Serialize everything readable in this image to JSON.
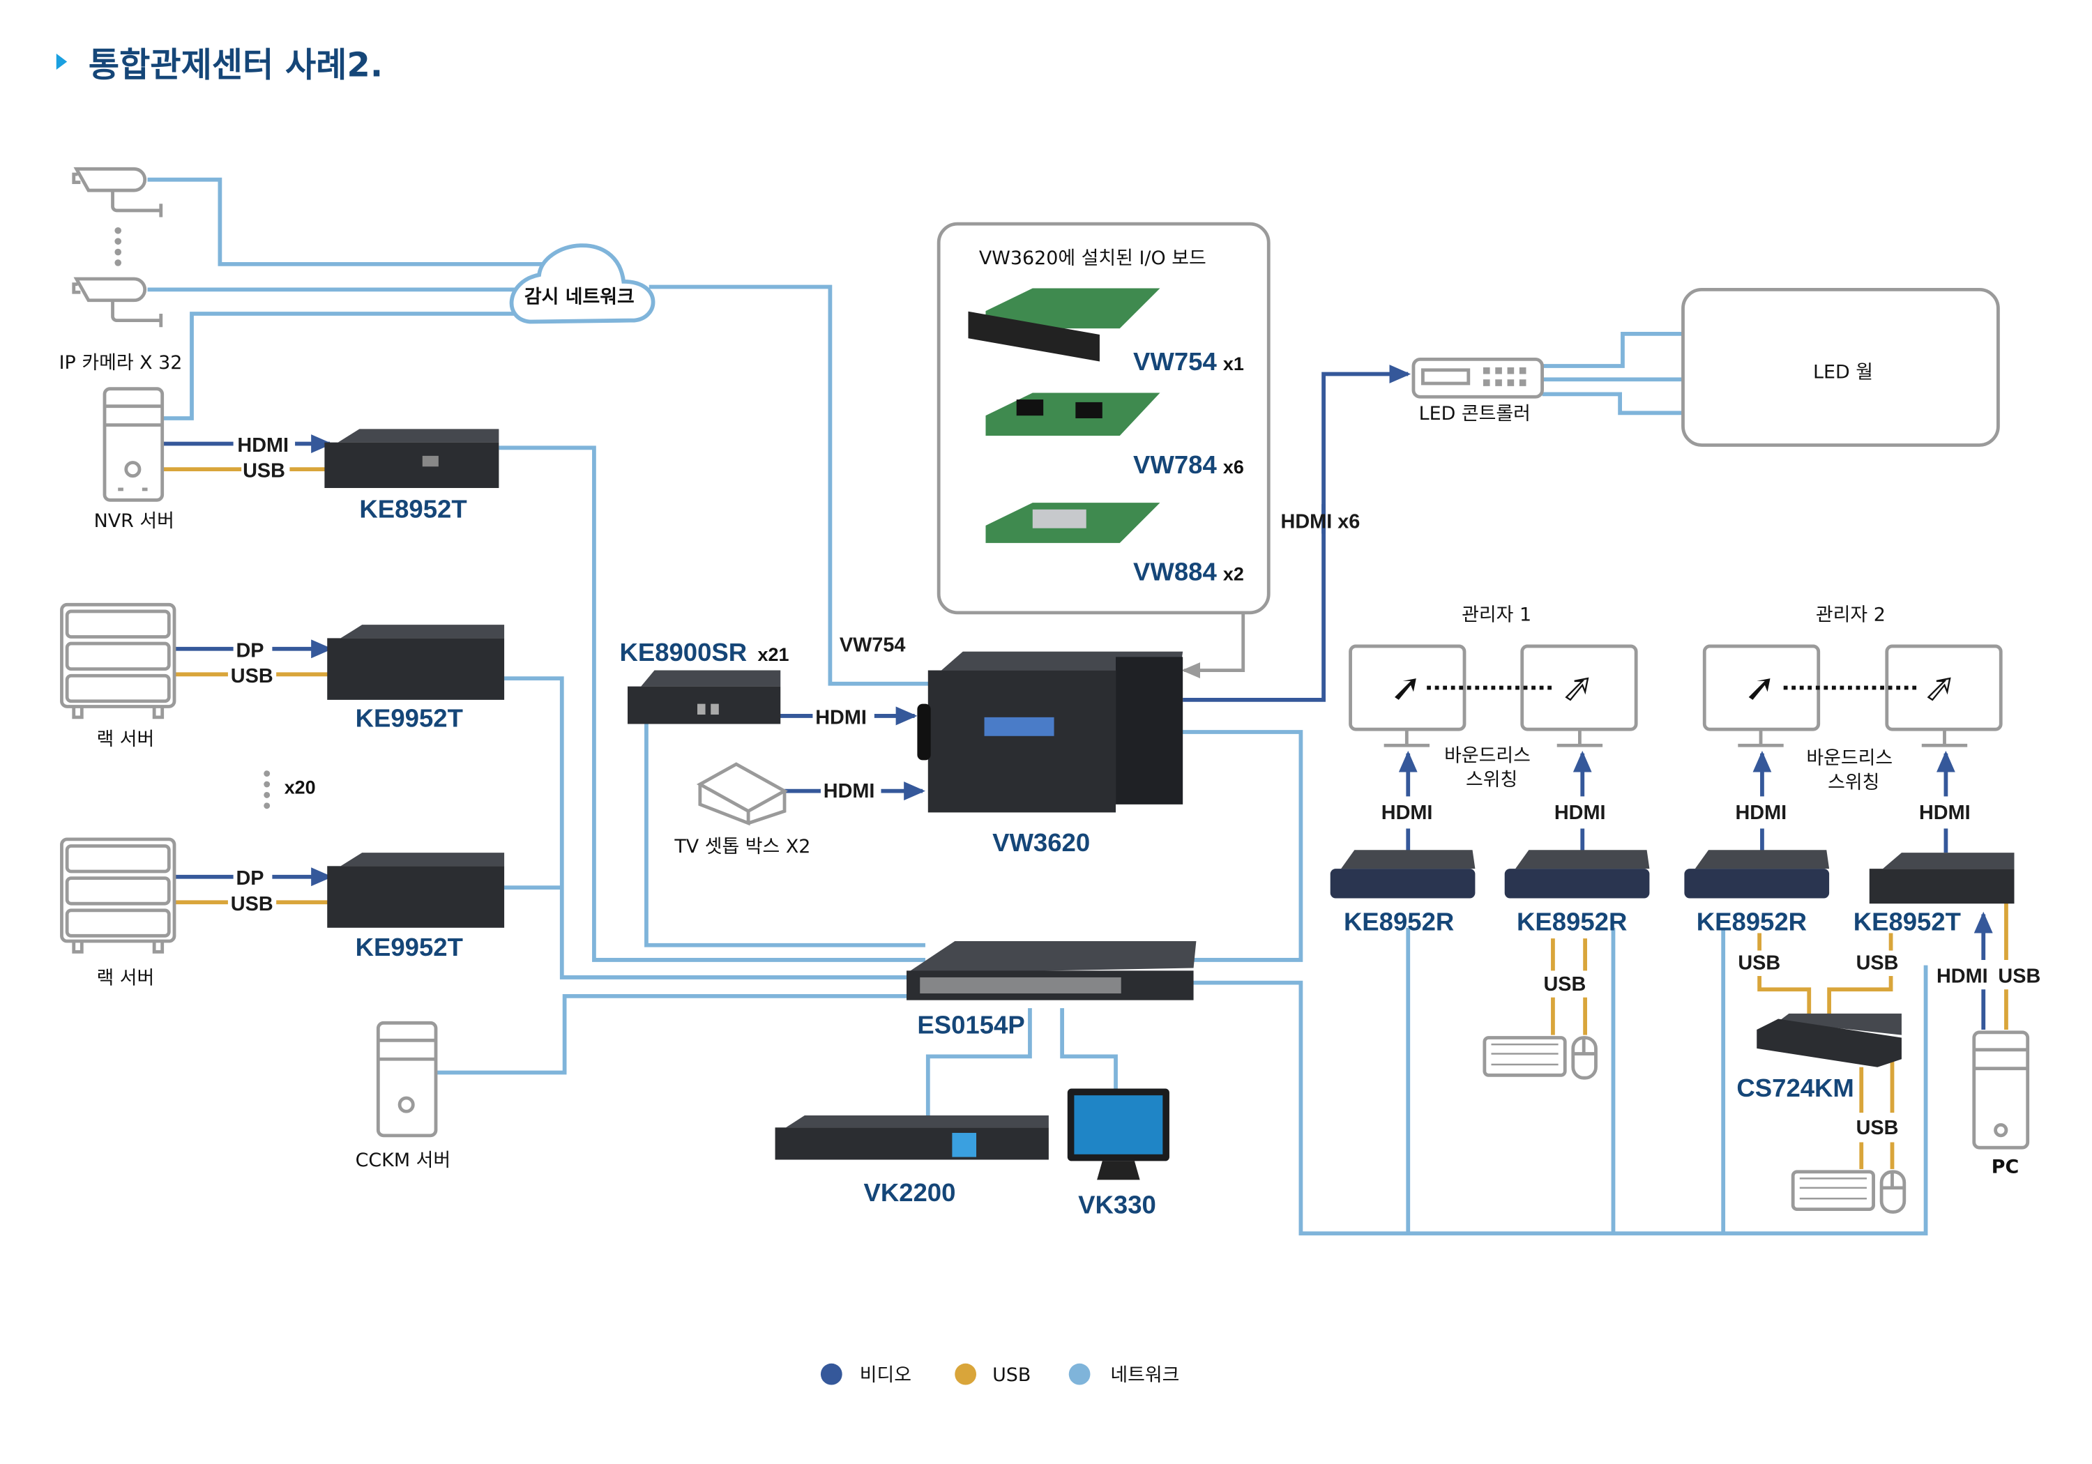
{
  "title": "통합관제센터 사례2.",
  "colors": {
    "title": "#154678",
    "title_marker": "#1aa0e0",
    "video": "#35589a",
    "usb": "#d9a53a",
    "network": "#7fb4da",
    "outline": "#9a9a9a",
    "model_text": "#154678"
  },
  "cameras": {
    "label": "IP 카메라 X 32"
  },
  "cloud": {
    "label": "감시 네트워크"
  },
  "nvr": {
    "label": "NVR 서버",
    "video_cable": "HDMI",
    "usb_cable": "USB",
    "extender": "KE8952T"
  },
  "rack1": {
    "label": "랙 서버",
    "video_cable": "DP",
    "usb_cable": "USB",
    "extender": "KE9952T"
  },
  "rack_repeat": {
    "count": "x20"
  },
  "rack2": {
    "label": "랙 서버",
    "video_cable": "DP",
    "usb_cable": "USB",
    "extender": "KE9952T"
  },
  "cckm": {
    "label": "CCKM 서버"
  },
  "io_boards": {
    "heading": "VW3620에 설치된 I/O 보드",
    "items": [
      {
        "model": "VW754",
        "qty": "x1"
      },
      {
        "model": "VW784",
        "qty": "x6"
      },
      {
        "model": "VW884",
        "qty": "x2"
      }
    ]
  },
  "ke8900sr": {
    "model": "KE8900SR",
    "qty": "x21",
    "cable": "HDMI"
  },
  "settop": {
    "label": "TV 셋톱 박스 X2",
    "cable": "HDMI"
  },
  "vw3620": {
    "model": "VW3620",
    "input_label": "VW754"
  },
  "switch": {
    "model": "ES0154P"
  },
  "vk2200": {
    "model": "VK2200"
  },
  "vk330": {
    "model": "VK330"
  },
  "led_controller": {
    "label": "LED 콘트롤러",
    "cable": "HDMI x6"
  },
  "led_wall": {
    "label": "LED 월"
  },
  "admin1": {
    "label": "관리자 1",
    "switching": [
      "바운드리스",
      "스위칭"
    ],
    "cables": [
      "HDMI",
      "HDMI"
    ],
    "receivers": [
      "KE8952R",
      "KE8952R"
    ],
    "usb_label": "USB"
  },
  "admin2": {
    "label": "관리자 2",
    "switching": [
      "바운드리스",
      "스위칭"
    ],
    "cables": [
      "HDMI",
      "HDMI"
    ],
    "receivers": [
      "KE8952R",
      "KE8952T"
    ],
    "usb_labels": [
      "USB",
      "USB"
    ],
    "kvm": "CS724KM",
    "kvm_usb": "USB",
    "pc_cables": [
      "HDMI",
      "USB"
    ],
    "pc": "PC"
  },
  "legend": [
    {
      "label": "비디오",
      "color": "#35589a"
    },
    {
      "label": "USB",
      "color": "#d9a53a"
    },
    {
      "label": "네트워크",
      "color": "#7fb4da"
    }
  ]
}
